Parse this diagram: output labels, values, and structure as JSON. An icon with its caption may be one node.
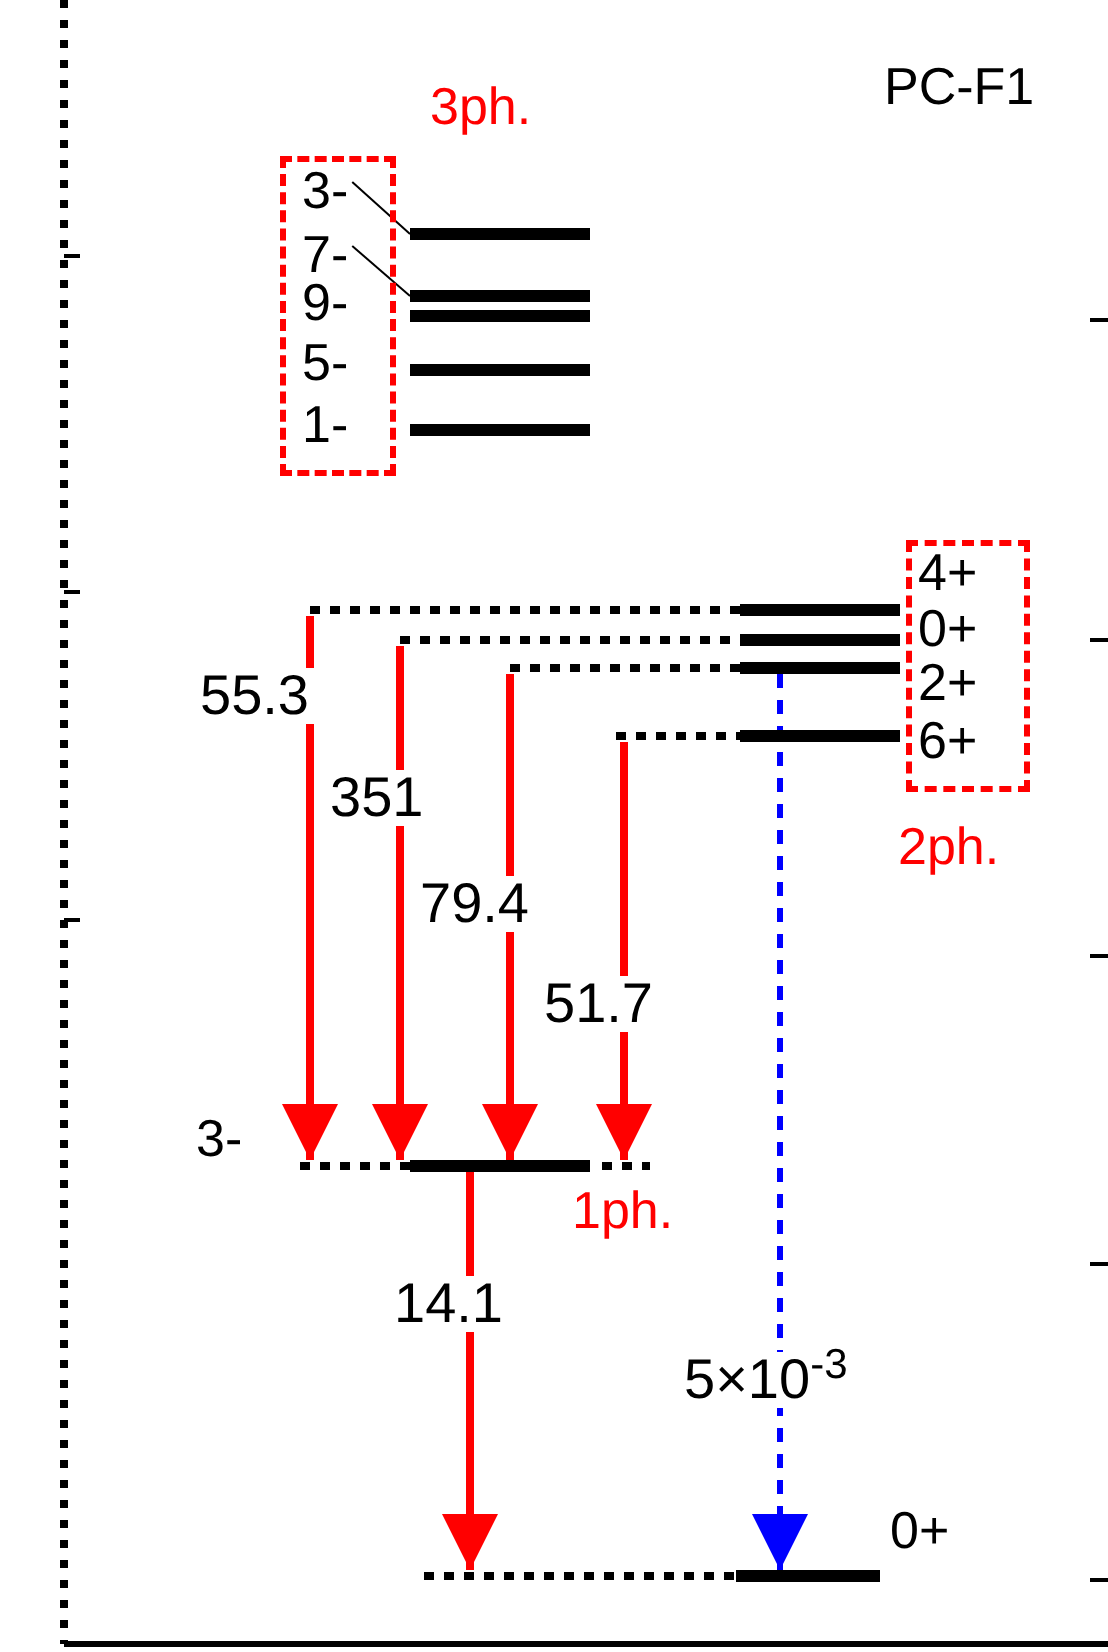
{
  "diagram": {
    "nodes": [
      {
        "text": [
          "3ph."
        ]
      },
      {
        "text": [
          "3-"
        ],
        "in": 0
      },
      {
        "text": [
          "7-"
        ],
        "in": 0
      },
      {
        "text": [
          "9-"
        ],
        "in": 0
      },
      {
        "text": [
          "5-"
        ],
        "in": 0
      },
      {
        "text": [
          "1-"
        ],
        "in": 0
      },
      {
        "text": [],
        "shape": "bar"
      },
      {
        "text": [],
        "shape": "bar"
      },
      {
        "text": [],
        "shape": "bar"
      },
      {
        "text": [],
        "shape": "bar"
      },
      {
        "text": [],
        "shape": "bar"
      },
      {
        "text": [
          "2ph."
        ]
      },
      {
        "text": [
          "4+"
        ],
        "in": 11
      },
      {
        "text": [
          "0+"
        ],
        "in": 11
      },
      {
        "text": [
          "2+"
        ],
        "in": 11
      },
      {
        "text": [
          "6+"
        ],
        "in": 11
      },
      {
        "text": [],
        "shape": "bar"
      },
      {
        "text": [],
        "shape": "bar"
      },
      {
        "text": [],
        "shape": "bar"
      },
      {
        "text": [],
        "shape": "bar"
      },
      {
        "text": [],
        "shape": "bar",
        "beside": [
          "3-",
          "1ph."
        ]
      },
      {
        "text": [],
        "shape": "bar",
        "beside": [
          "0+"
        ]
      }
    ],
    "edges": [
      {
        "from": 1,
        "to": 6,
        "arrow": "none",
        "color": "#000000"
      },
      {
        "from": 2,
        "to": 7,
        "arrow": "none",
        "color": "#000000"
      },
      {
        "from": 16,
        "to": 20,
        "arrow": "to",
        "label": "55.3"
      },
      {
        "from": 17,
        "to": 20,
        "arrow": "to",
        "label": "351"
      },
      {
        "from": 18,
        "to": 20,
        "arrow": "to",
        "label": "79.4"
      },
      {
        "from": 19,
        "to": 20,
        "arrow": "to",
        "label": "51.7"
      },
      {
        "from": 20,
        "to": 21,
        "arrow": "to",
        "label": "14.1"
      },
      {
        "from": 18,
        "to": 21,
        "arrow": "to",
        "label": "5×10$^{-3}$",
        "style": "dashed",
        "color": "#0000ff"
      }
    ],
    "labels": [
      "PC-F1"
    ]
  }
}
